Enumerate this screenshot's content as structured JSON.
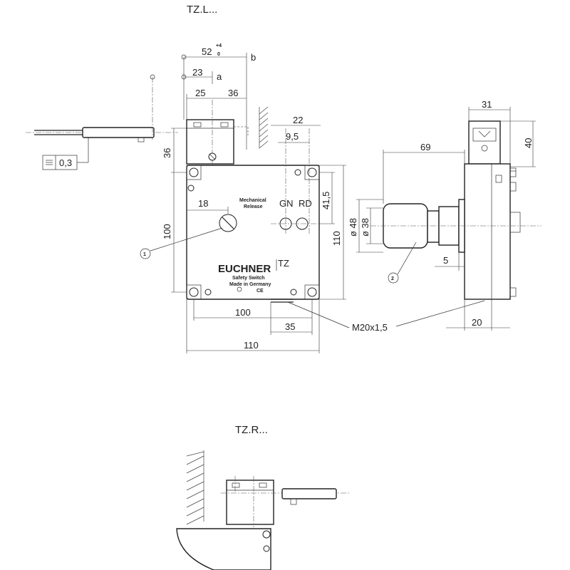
{
  "views": {
    "top_title": "TZ.L...",
    "bottom_title": "TZ.R..."
  },
  "dimensions": {
    "d52": "52",
    "d52_tol_upper": "+4",
    "d52_tol_lower": "0",
    "ref_b": "b",
    "d23": "23",
    "ref_a": "a",
    "d25": "25",
    "d36_top": "36",
    "d22": "22",
    "d9_5": "9,5",
    "d36_left": "36",
    "d41_5": "41,5",
    "d18": "18",
    "d100_vertical": "100",
    "d110_vertical": "110",
    "d100_horizontal": "100",
    "d35": "35",
    "d110_horizontal": "110",
    "thread": "M20x1,5",
    "tolerance_flatness": "0,3",
    "d31": "31",
    "d40": "40",
    "d69": "69",
    "dia48": "ø 48",
    "dia38": "ø 38",
    "d5": "5",
    "d20": "20"
  },
  "callouts": {
    "c1": "1",
    "c2": "2"
  },
  "labels": {
    "mechanical": "Mechanical",
    "release": "Release",
    "gn": "GN",
    "rd": "RD",
    "brand": "EUCHNER",
    "model": "TZ",
    "safety_switch": "Safety Switch",
    "made_in": "Made in Germany",
    "ce": "CE"
  }
}
